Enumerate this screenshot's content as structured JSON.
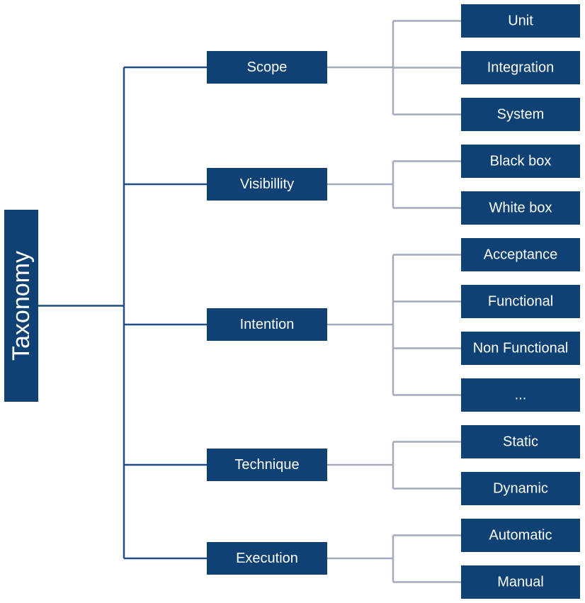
{
  "root": {
    "label": "Taxonomy"
  },
  "categories": [
    {
      "label": "Scope",
      "children": [
        "Unit",
        "Integration",
        "System"
      ]
    },
    {
      "label": "Visibillity",
      "children": [
        "Black box",
        "White box"
      ]
    },
    {
      "label": "Intention",
      "children": [
        "Acceptance",
        "Functional",
        "Non Functional",
        "..."
      ]
    },
    {
      "label": "Technique",
      "children": [
        "Static",
        "Dynamic"
      ]
    },
    {
      "label": "Execution",
      "children": [
        "Automatic",
        "Manual"
      ]
    }
  ],
  "colors": {
    "box_fill": "#0f4174",
    "box_text": "#ffffff",
    "trunk_line": "#254c82",
    "branch_line": "#a4aabc"
  }
}
